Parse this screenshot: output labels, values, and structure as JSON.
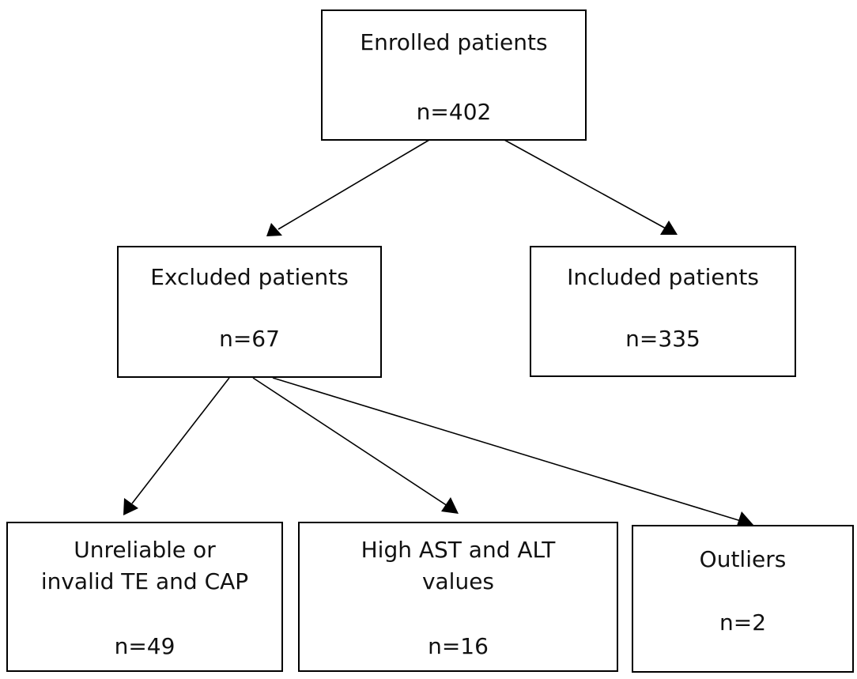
{
  "nodes": {
    "enrolled": {
      "title": "Enrolled patients",
      "count": "n=402"
    },
    "excluded": {
      "title": "Excluded patients",
      "count": "n=67"
    },
    "included": {
      "title": "Included patients",
      "count": "n=335"
    },
    "unreliable": {
      "title_line1": "Unreliable or",
      "title_line2": "invalid TE and CAP",
      "count": "n=49"
    },
    "high_ast_alt": {
      "title_line1": "High AST and ALT",
      "title_line2": "values",
      "count": "n=16"
    },
    "outliers": {
      "title": "Outliers",
      "count": "n=2"
    }
  },
  "edges": [
    {
      "from": "enrolled",
      "to": "excluded"
    },
    {
      "from": "enrolled",
      "to": "included"
    },
    {
      "from": "excluded",
      "to": "unreliable"
    },
    {
      "from": "excluded",
      "to": "high_ast_alt"
    },
    {
      "from": "excluded",
      "to": "outliers"
    }
  ]
}
